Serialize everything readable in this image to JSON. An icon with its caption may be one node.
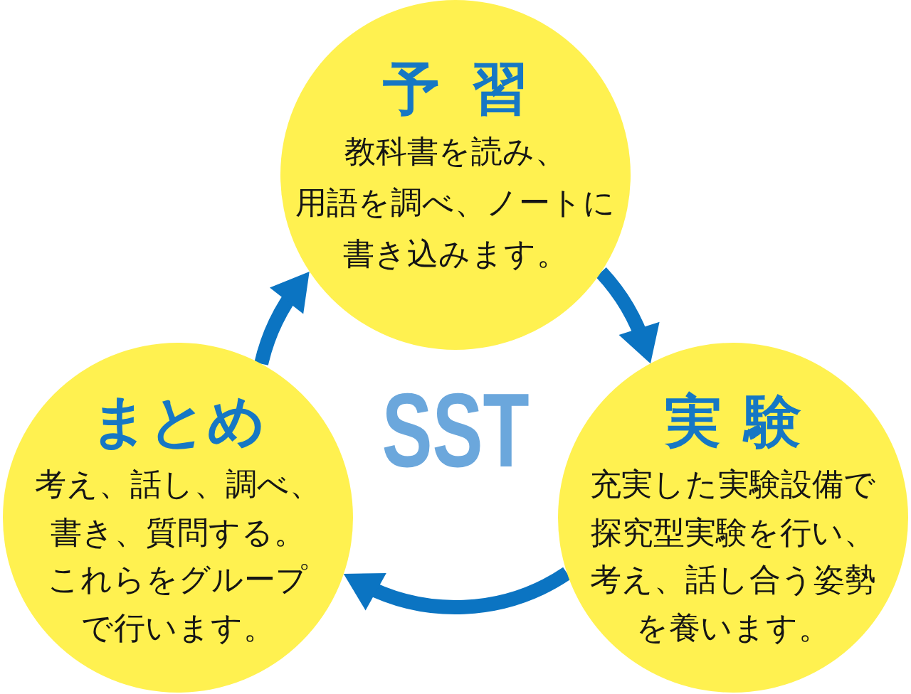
{
  "diagram": {
    "nodes": [
      {
        "text": [
          "予習",
          "教科書を読み、用語を調べ、ノートに書き込みます。"
        ]
      },
      {
        "text": [
          "まとめ",
          "考え、話し、調べ、書き、質問する。これらをグループで行います。"
        ]
      },
      {
        "text": [
          "実験",
          "充実した実験設備で探究型実験を行い、考え、話し合う姿勢を養います。"
        ]
      }
    ],
    "edges": [
      {
        "from": 0,
        "to": 2,
        "arrow": "to"
      },
      {
        "from": 2,
        "to": 1,
        "arrow": "to"
      },
      {
        "from": 1,
        "to": 0,
        "arrow": "to"
      }
    ],
    "labels": [
      "SST"
    ]
  }
}
